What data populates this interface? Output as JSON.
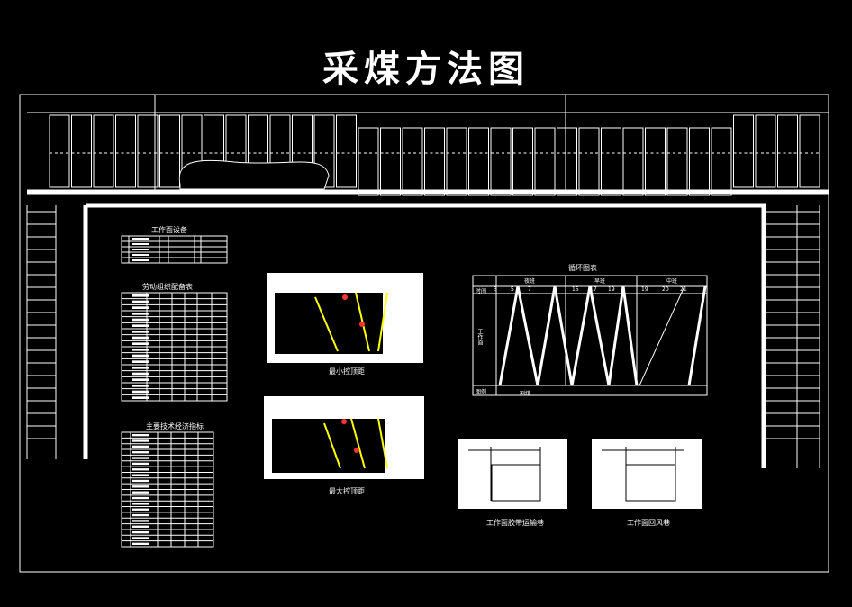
{
  "title": "采煤方法图",
  "labels": {
    "equipment": "工作面设备",
    "labor": "劳动组织配备表",
    "tech": "主要技术经济指标",
    "cycle": "循环图表",
    "min_roof": "最小控顶距",
    "max_roof": "最大控顶距",
    "belt_road": "工作面胶带运输巷",
    "return_road": "工作面回风巷"
  },
  "cycle_chart": {
    "header_time": "时间",
    "shifts": [
      "夜班",
      "早班",
      "中班"
    ],
    "hours": [
      "3",
      "5",
      "7",
      "15",
      "17",
      "19",
      "19",
      "20",
      "21"
    ],
    "y_label": "工作面",
    "legend_label": "图例",
    "legend_item": "割煤"
  }
}
